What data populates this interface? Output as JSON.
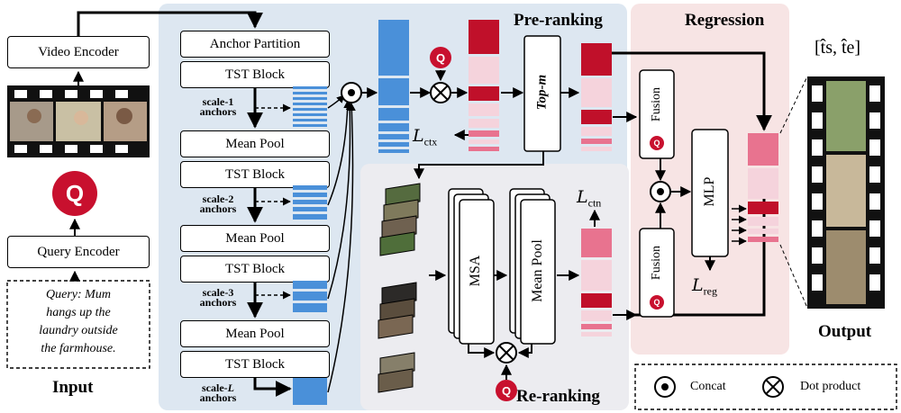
{
  "colors": {
    "preranking_bg": "#dde7f1",
    "regression_bg": "#f7e4e4",
    "reranking_bg": "#ececf0",
    "anchor_blue": "#4a90d9",
    "score_dark": "#c0102a",
    "score_mid": "#e8738f",
    "score_light": "#f5d3dc",
    "query_red": "#c8102e"
  },
  "panels": {
    "preranking": "Pre-ranking",
    "regression": "Regression",
    "reranking": "Re-ranking"
  },
  "input": {
    "video_encoder": "Video Encoder",
    "query_encoder": "Query Encoder",
    "query_icon": "Q",
    "query_text": [
      "Query: Mum",
      "hangs up the",
      "laundry outside",
      "the farmhouse."
    ],
    "label": "Input"
  },
  "pyramid": {
    "anchor_partition": "Anchor Partition",
    "tst_block": "TST Block",
    "mean_pool": "Mean Pool",
    "scale_labels": [
      [
        "scale-1",
        "anchors"
      ],
      [
        "scale-2",
        "anchors"
      ],
      [
        "scale-3",
        "anchors"
      ],
      [
        "scale-L",
        "anchors"
      ]
    ]
  },
  "preranking": {
    "top_m": "Top-m",
    "loss": "L",
    "loss_sub": "ctx"
  },
  "reranking": {
    "msa": "MSA",
    "mean_pool": "Mean Pool",
    "loss": "L",
    "loss_sub": "ctn"
  },
  "regression": {
    "fusion": "Fusion",
    "mlp": "MLP",
    "loss": "L",
    "loss_sub": "reg"
  },
  "output": {
    "label": "Output",
    "formula": "[t̂s, t̂e]"
  },
  "legend": {
    "concat": "Concat",
    "dot_product": "Dot product"
  }
}
